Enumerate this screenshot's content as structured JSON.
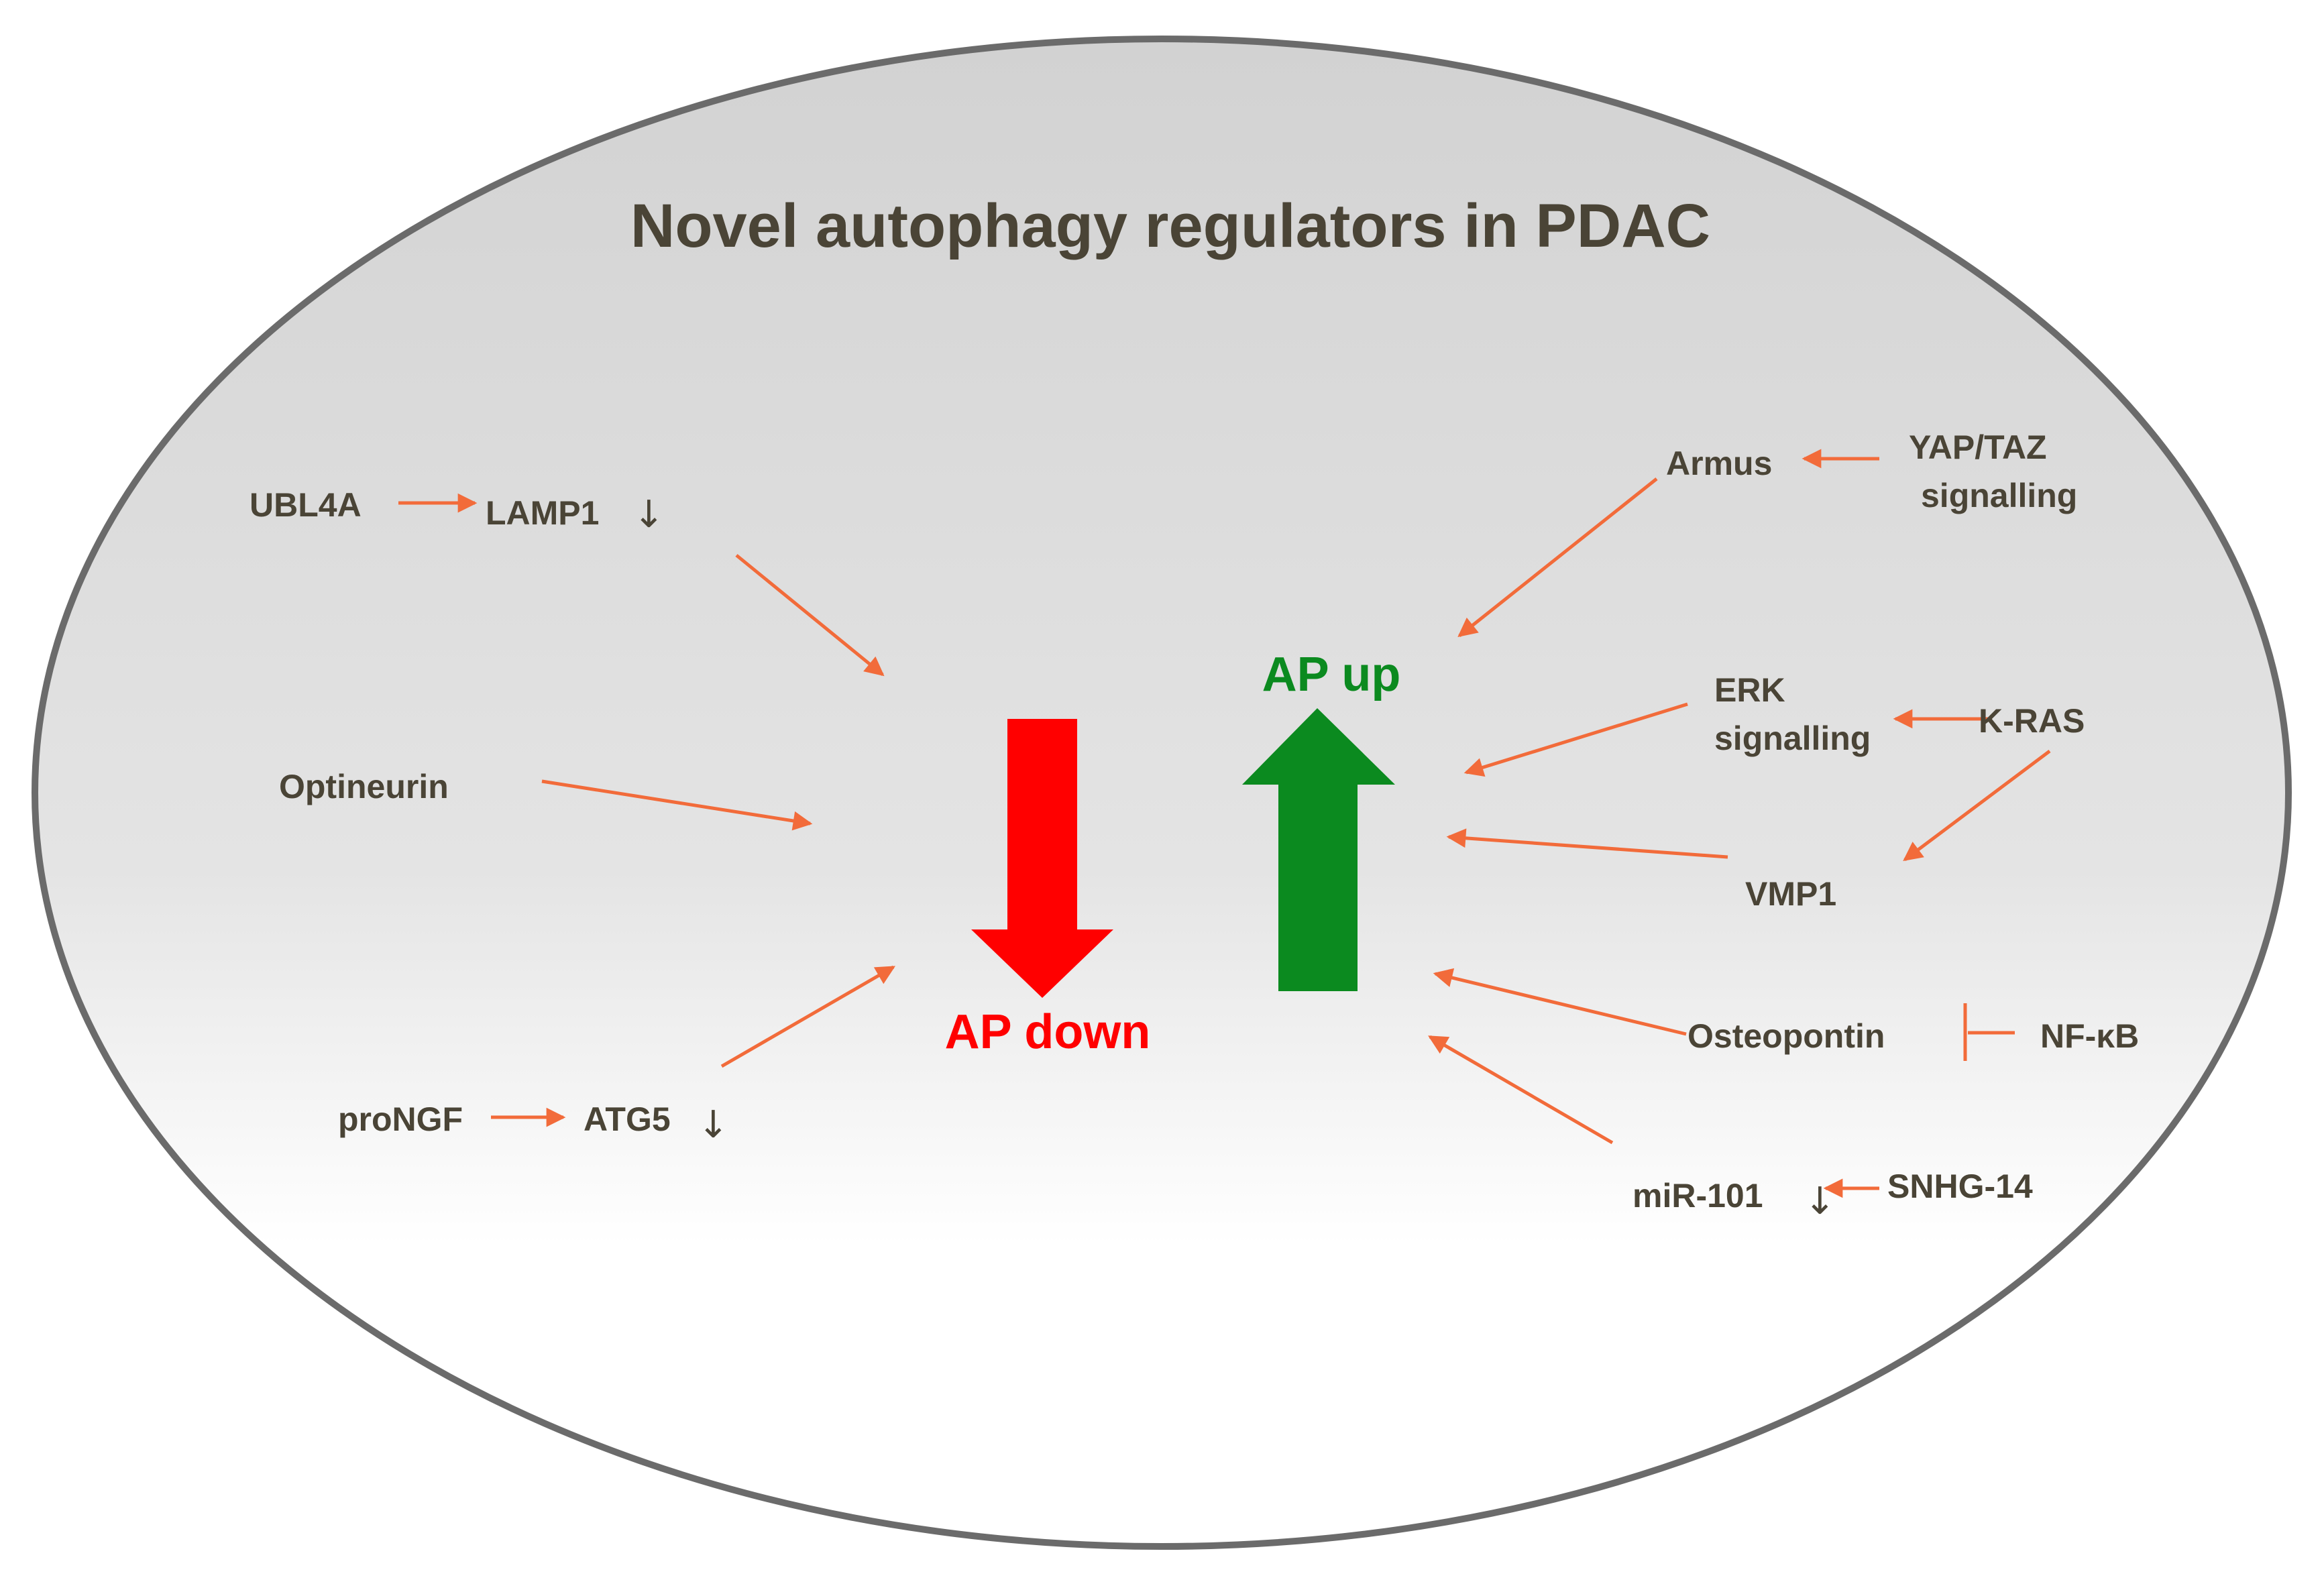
{
  "title": "Novel autophagy regulators in PDAC",
  "colors": {
    "title_text": "#4a4436",
    "node_text": "#4a4436",
    "edge": "#f26b3a",
    "ap_down": "#ff0000",
    "ap_up": "#0b8a1f",
    "ellipse_stroke": "#6b6b6b",
    "ellipse_fill_top": "#d4d4d4",
    "ellipse_fill_bottom": "#ffffff"
  },
  "center": {
    "ap_down_label": "AP down",
    "ap_up_label": "AP up"
  },
  "nodes": {
    "ubl4a": "UBL4A",
    "lamp1": "LAMP1",
    "optineurin": "Optineurin",
    "prongf": "proNGF",
    "atg5": "ATG5",
    "armus": "Armus",
    "yap_taz_1": "YAP/TAZ",
    "yap_taz_2": "signalling",
    "erk_1": "ERK",
    "erk_2": "signalling",
    "kras": "K-RAS",
    "vmp1": "VMP1",
    "osteopontin": "Osteopontin",
    "nfkb": "NF-κB",
    "mir101": "miR-101",
    "snhg14": "SNHG-14"
  },
  "down_symbol": "↓",
  "edges": [
    {
      "from": "UBL4A",
      "to": "LAMP1",
      "type": "activation"
    },
    {
      "from": "LAMP1",
      "to": "AP down",
      "type": "activation"
    },
    {
      "from": "Optineurin",
      "to": "AP down",
      "type": "activation"
    },
    {
      "from": "proNGF",
      "to": "ATG5",
      "type": "activation"
    },
    {
      "from": "ATG5",
      "to": "AP down",
      "type": "activation"
    },
    {
      "from": "YAP/TAZ signalling",
      "to": "Armus",
      "type": "activation"
    },
    {
      "from": "Armus",
      "to": "AP up",
      "type": "activation"
    },
    {
      "from": "K-RAS",
      "to": "ERK signalling",
      "type": "activation"
    },
    {
      "from": "K-RAS",
      "to": "VMP1",
      "type": "activation"
    },
    {
      "from": "ERK signalling",
      "to": "AP up",
      "type": "activation"
    },
    {
      "from": "VMP1",
      "to": "AP up",
      "type": "activation"
    },
    {
      "from": "NF-κB",
      "to": "Osteopontin",
      "type": "inhibition"
    },
    {
      "from": "Osteopontin",
      "to": "AP up",
      "type": "activation"
    },
    {
      "from": "SNHG-14",
      "to": "miR-101",
      "type": "activation"
    },
    {
      "from": "miR-101",
      "to": "AP up",
      "type": "activation"
    }
  ]
}
